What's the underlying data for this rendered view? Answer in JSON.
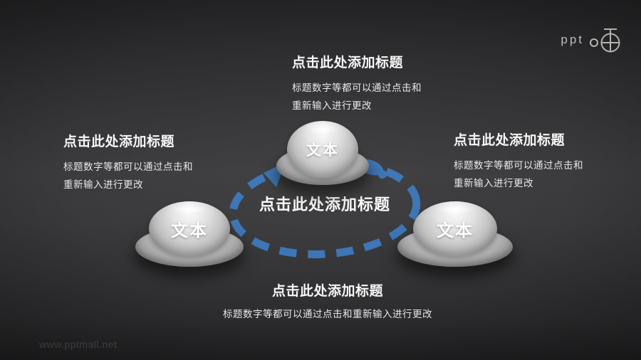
{
  "slide": {
    "logo": {
      "text": "ppt",
      "icon": "compass-icon"
    },
    "watermark": "www.pptmall.net",
    "center_title": "点击此处添加标题",
    "domes": [
      {
        "id": "top",
        "label": "文本"
      },
      {
        "id": "left",
        "label": "文本"
      },
      {
        "id": "right",
        "label": "文本"
      }
    ],
    "callouts": {
      "top": {
        "title": "点击此处添加标题",
        "line1": "标题数字等都可以通过点击和",
        "line2": "重新输入进行更改"
      },
      "left": {
        "title": "点击此处添加标题",
        "line1": "标题数字等都可以通过点击和",
        "line2": "重新输入进行更改"
      },
      "right": {
        "title": "点击此处添加标题",
        "line1": "标题数字等都可以通过点击和",
        "line2": "重新输入进行更改"
      },
      "bottom": {
        "title": "点击此处添加标题",
        "line1": "标题数字等都可以通过点击和重新输入进行更改"
      }
    },
    "colors": {
      "arrow_blue": "#3b74b5",
      "background_mid": "#3c3c3e",
      "text_primary": "#f7f7f7"
    }
  }
}
